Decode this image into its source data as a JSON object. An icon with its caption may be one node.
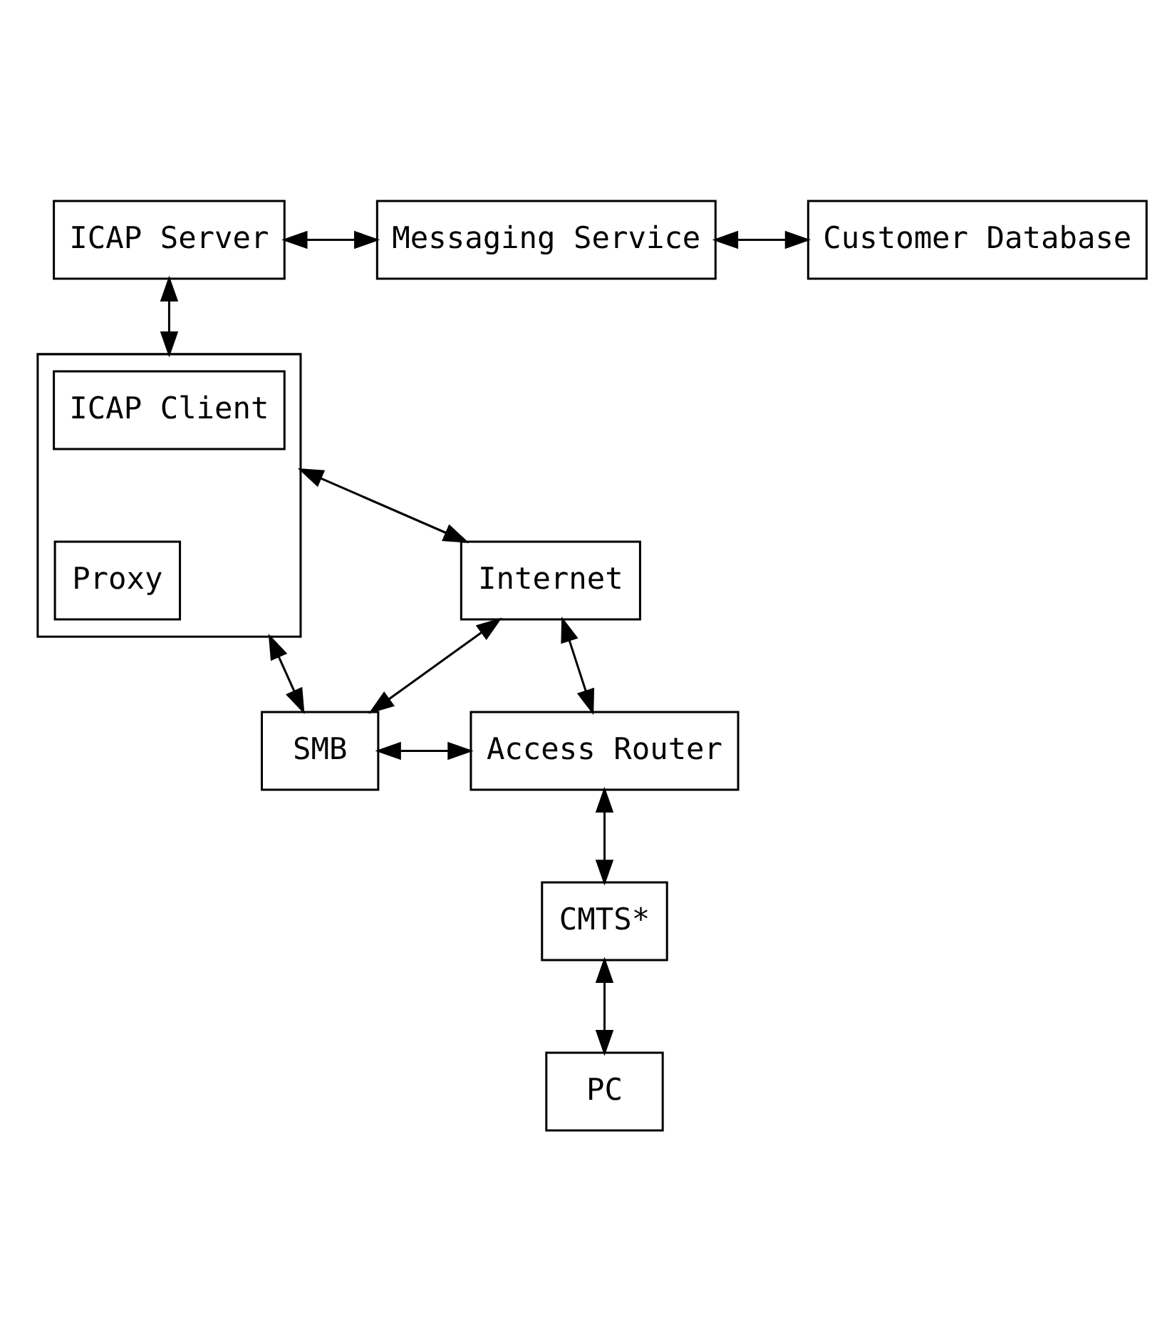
{
  "diagram": {
    "nodes": [
      {
        "text": [
          "ICAP Server"
        ]
      },
      {
        "text": [
          "Messaging Service"
        ]
      },
      {
        "text": [
          "Customer Database"
        ]
      },
      {
        "text": [
          "Internet"
        ]
      },
      {
        "text": [],
        "shape": "box"
      },
      {
        "text": [
          "ICAP Client"
        ],
        "in": 4
      },
      {
        "text": [
          "Proxy"
        ],
        "in": 4
      },
      {
        "text": [
          "SMB"
        ]
      },
      {
        "text": [
          "Access Router"
        ]
      },
      {
        "text": [
          "CMTS*"
        ]
      },
      {
        "text": [
          "PC"
        ]
      }
    ],
    "edges": [
      {
        "from": 0,
        "to": 1,
        "arrow": "both"
      },
      {
        "from": 1,
        "to": 2,
        "arrow": "both"
      },
      {
        "from": 0,
        "to": 4,
        "arrow": "both"
      },
      {
        "from": 4,
        "to": 3,
        "arrow": "both"
      },
      {
        "from": 8,
        "to": 3,
        "arrow": "both"
      },
      {
        "from": 3,
        "to": 7,
        "arrow": "both"
      },
      {
        "from": 4,
        "to": 7,
        "arrow": "both"
      },
      {
        "from": 7,
        "to": 8,
        "arrow": "both"
      },
      {
        "from": 8,
        "to": 9,
        "arrow": "both"
      },
      {
        "from": 9,
        "to": 10,
        "arrow": "both"
      }
    ]
  }
}
